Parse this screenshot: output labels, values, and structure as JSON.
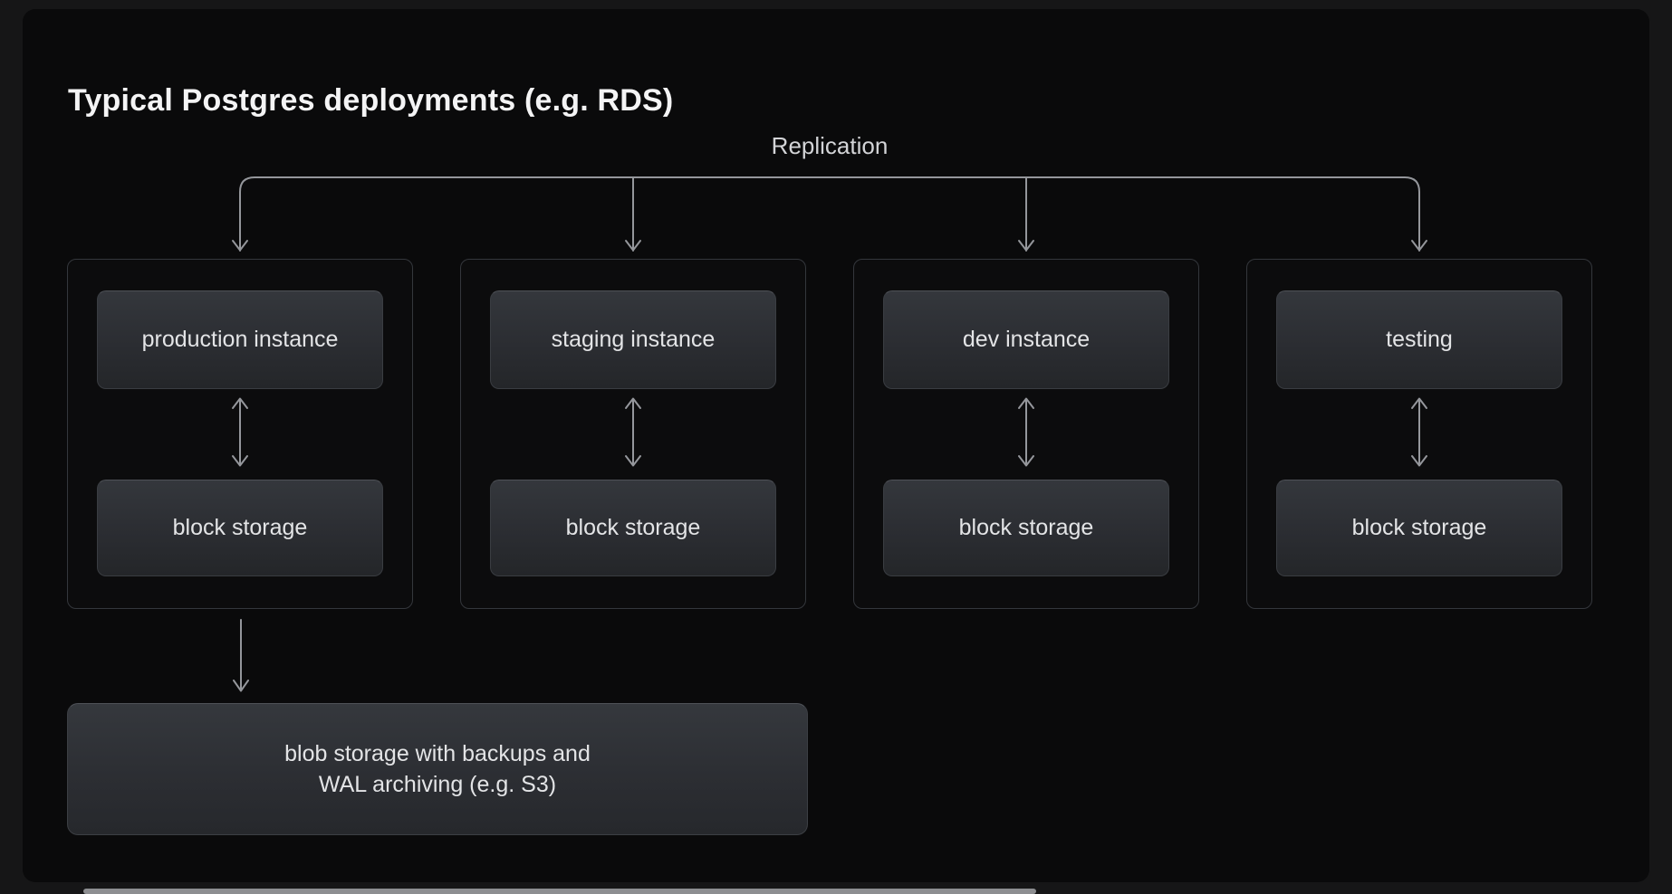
{
  "title": "Typical Postgres deployments (e.g. RDS)",
  "replication_label": "Replication",
  "columns": [
    {
      "instance": "production instance",
      "storage": "block storage"
    },
    {
      "instance": "staging instance",
      "storage": "block storage"
    },
    {
      "instance": "dev instance",
      "storage": "block storage"
    },
    {
      "instance": "testing",
      "storage": "block storage"
    }
  ],
  "blob": {
    "line1": "blob storage with backups and",
    "line2": "WAL archiving (e.g. S3)"
  },
  "colors": {
    "outer_bg": "#161617",
    "panel_bg": "#0a0a0b",
    "group_border": "#34373c",
    "node_bg_top": "#34373c",
    "node_bg_bottom": "#242629",
    "node_border": "#3a3d42",
    "arrow": "#94969b",
    "title_text": "#f4f4f5",
    "label_text": "#d3d4d7",
    "node_text": "#e3e4e6"
  }
}
